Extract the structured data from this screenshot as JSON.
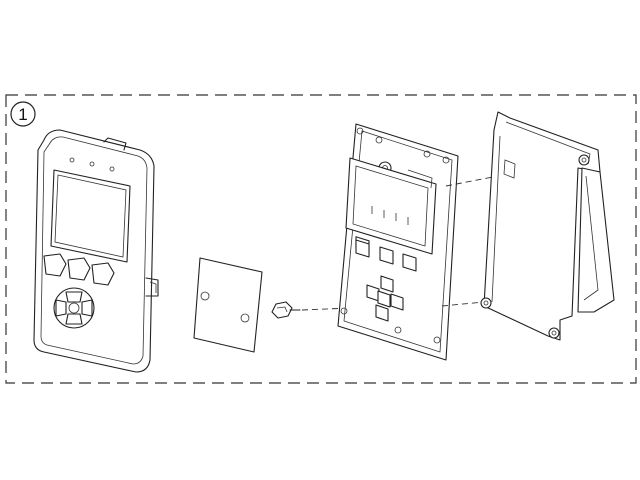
{
  "callout": {
    "number": "1"
  },
  "colors": {
    "line": "#222222",
    "background": "#ffffff"
  },
  "parts": [
    {
      "name": "front-bezel"
    },
    {
      "name": "gasket"
    },
    {
      "name": "screw"
    },
    {
      "name": "control-board"
    },
    {
      "name": "mounting-bracket"
    }
  ]
}
